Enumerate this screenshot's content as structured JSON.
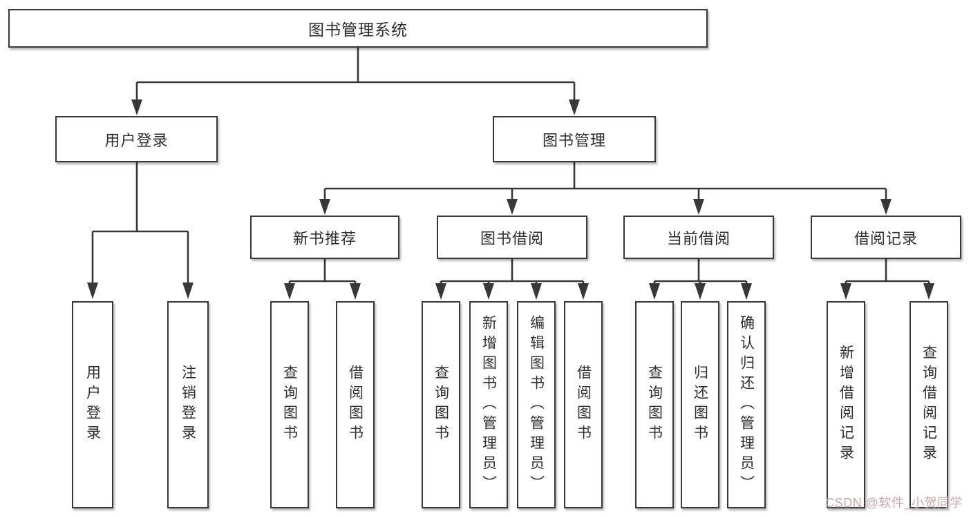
{
  "diagram": {
    "type": "hierarchy-tree",
    "orientation": "top-down",
    "colors": {
      "line": "#383838",
      "box_border": "#383838",
      "box_fill": "#ffffff",
      "text": "#2d2d2d",
      "watermark": "#b68888"
    }
  },
  "root": {
    "label": "图书管理系统"
  },
  "branches": [
    {
      "label": "用户登录",
      "children": [
        {
          "label": "用户登录"
        },
        {
          "label": "注销登录"
        }
      ]
    },
    {
      "label": "图书管理",
      "children": [
        {
          "label": "新书推荐",
          "children": [
            {
              "label": "查询图书"
            },
            {
              "label": "借阅图书"
            }
          ]
        },
        {
          "label": "图书借阅",
          "children": [
            {
              "label": "查询图书"
            },
            {
              "label": "新增图书（管理员）"
            },
            {
              "label": "编辑图书（管理员）"
            },
            {
              "label": "借阅图书"
            }
          ]
        },
        {
          "label": "当前借阅",
          "children": [
            {
              "label": "查询图书"
            },
            {
              "label": "归还图书"
            },
            {
              "label": "确认归还（管理员）"
            }
          ]
        },
        {
          "label": "借阅记录",
          "children": [
            {
              "label": "新增借阅记录"
            },
            {
              "label": "查询借阅记录"
            }
          ]
        }
      ]
    }
  ],
  "watermark": {
    "text": "CSDN @软件_小贺同学"
  }
}
